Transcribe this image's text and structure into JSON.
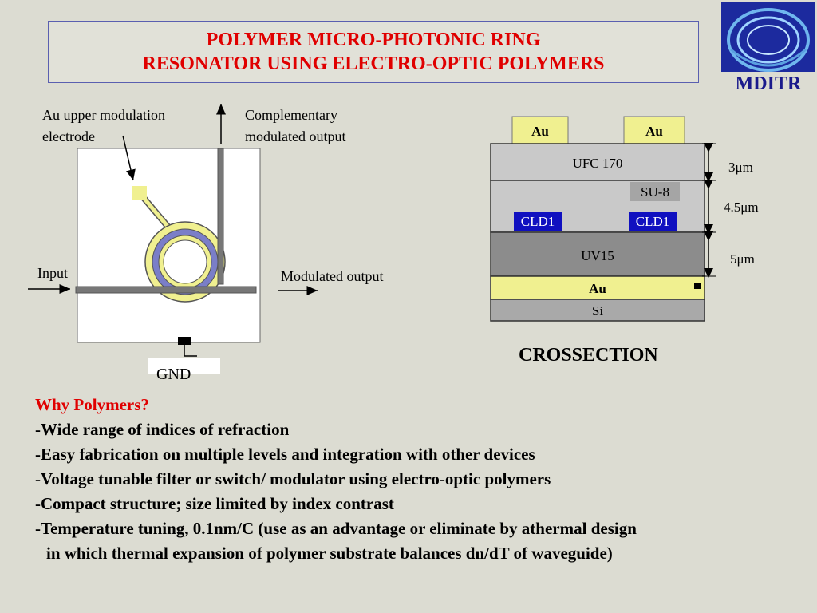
{
  "title": {
    "line1": "POLYMER MICRO-PHOTONIC RING",
    "line2": "RESONATOR USING ELECTRO-OPTIC POLYMERS"
  },
  "logo": {
    "text": "MDITR",
    "icon": "ring-logo-icon"
  },
  "device": {
    "label_electrode_1": "Au upper modulation",
    "label_electrode_2": "electrode",
    "label_complementary_1": "Complementary",
    "label_complementary_2": "modulated output",
    "label_input": "Input",
    "label_modulated": "Modulated output",
    "label_gnd": "GND"
  },
  "crossection": {
    "title": "CROSSECTION",
    "au_top_left": "Au",
    "au_top_right": "Au",
    "ufc": "UFC 170",
    "su8": "SU-8",
    "cld_left": "CLD1",
    "cld_right": "CLD1",
    "uv15": "UV15",
    "au_bottom": "Au",
    "si": "Si",
    "dim_1": "3μm",
    "dim_2": "4.5μm",
    "dim_3": "5μm"
  },
  "why": {
    "heading": "Why Polymers?",
    "bullets": [
      "-Wide range of indices of refraction",
      "-Easy fabrication on multiple levels and integration with other devices",
      "-Voltage tunable filter or switch/ modulator using electro-optic polymers",
      "-Compact structure; size limited by index contrast",
      "-Temperature tuning, 0.1nm/C (use as an advantage or eliminate by athermal design"
    ],
    "continuation": "in which thermal expansion of polymer substrate balances dn/dT of waveguide)"
  },
  "colors": {
    "title_red": "#e00000",
    "electrode_yellow": "#f0f090",
    "ring_blue": "#7a7ec8",
    "cld_blue": "#1010c0",
    "logo_blue": "#1a1a8c"
  }
}
